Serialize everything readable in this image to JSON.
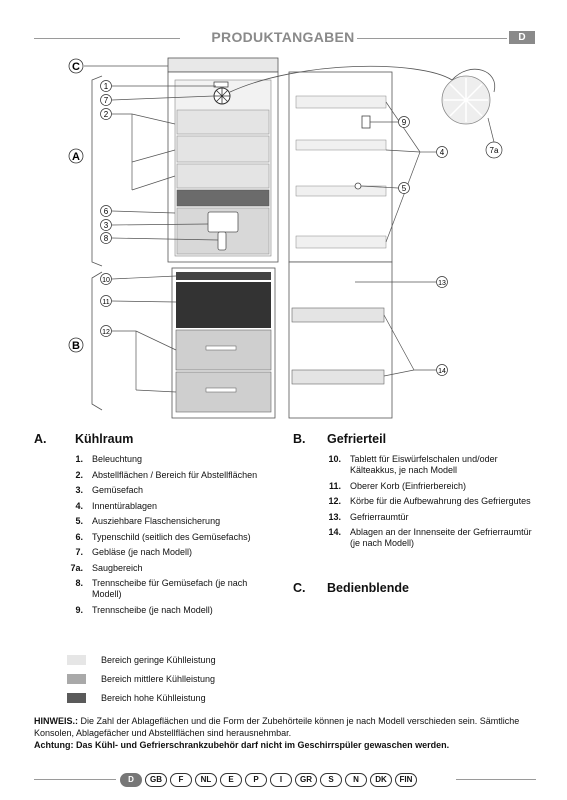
{
  "header": {
    "title": "PRODUKTANGABEN",
    "lang_badge": "D"
  },
  "diagram": {
    "letters": {
      "A": "A",
      "B": "B",
      "C": "C"
    },
    "callouts": {
      "c1": "1",
      "c7": "7",
      "c2": "2",
      "c6": "6",
      "c3": "3",
      "c8": "8",
      "c10": "10",
      "c11": "11",
      "c12": "12",
      "c9": "9",
      "c4": "4",
      "c5": "5",
      "c7a": "7a",
      "c13": "13",
      "c14": "14"
    }
  },
  "section_a": {
    "letter": "A.",
    "title": "Kühlraum",
    "items": [
      {
        "num": "1.",
        "text": "Beleuchtung"
      },
      {
        "num": "2.",
        "text": "Abstellflächen / Bereich für Abstellflächen"
      },
      {
        "num": "3.",
        "text": "Gemüsefach"
      },
      {
        "num": "4.",
        "text": "Innentürablagen"
      },
      {
        "num": "5.",
        "text": "Ausziehbare Flaschensicherung"
      },
      {
        "num": "6.",
        "text": "Typenschild (seitlich des Gemüsefachs)"
      },
      {
        "num": "7.",
        "text": "Gebläse (je nach Modell)"
      },
      {
        "num": "7a.",
        "text": "Saugbereich"
      },
      {
        "num": "8.",
        "text": "Trennscheibe für Gemüsefach (je nach Modell)"
      },
      {
        "num": "9.",
        "text": "Trennscheibe (je nach Modell)"
      }
    ]
  },
  "section_b": {
    "letter": "B.",
    "title": "Gefrierteil",
    "items": [
      {
        "num": "10.",
        "text": "Tablett für Eiswürfelschalen und/oder Kälteakkus, je nach Modell"
      },
      {
        "num": "11.",
        "text": "Oberer Korb (Einfrierbereich)"
      },
      {
        "num": "12.",
        "text": "Körbe für die Aufbewahrung des Gefriergutes"
      },
      {
        "num": "13.",
        "text": "Gefrierraumtür"
      },
      {
        "num": "14.",
        "text": "Ablagen an der Innenseite der Gefrierraumtür (je nach Modell)"
      }
    ]
  },
  "section_c": {
    "letter": "C.",
    "title": "Bedienblende"
  },
  "legend": [
    {
      "label": "Bereich geringe Kühlleistung",
      "color": "#e6e6e6"
    },
    {
      "label": "Bereich mittlere Kühlleistung",
      "color": "#a9a9a9"
    },
    {
      "label": "Bereich hohe Kühlleistung",
      "color": "#5a5a5a"
    }
  ],
  "note": {
    "hinweis_label": "HINWEIS.:",
    "hinweis_text": " Die Zahl der Ablageflächen und die Form der Zubehörteile können je nach Modell verschieden sein. Sämtliche Konsolen, Ablagefächer und Abstellflächen sind herausnehmbar.",
    "achtung": "Achtung: Das Kühl- und Gefrierschrankzubehör darf nicht im Geschirrspüler gewaschen werden."
  },
  "footer_langs": [
    "D",
    "GB",
    "F",
    "NL",
    "E",
    "P",
    "I",
    "GR",
    "S",
    "N",
    "DK",
    "FIN"
  ],
  "footer_active": "D"
}
